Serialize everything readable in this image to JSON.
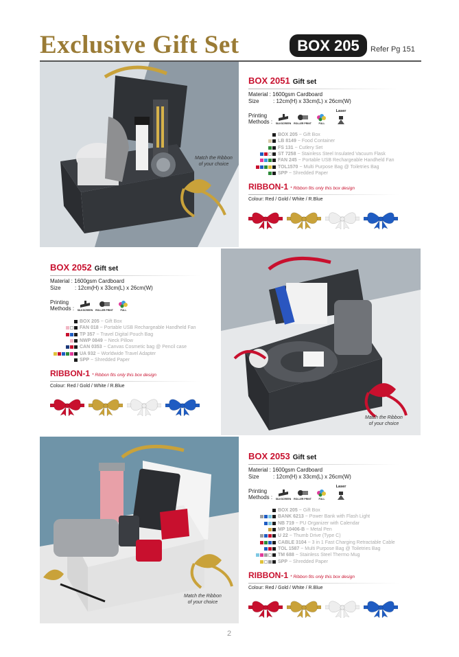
{
  "header": {
    "title": "Exclusive Gift Set",
    "badge": "BOX 205",
    "refer": "Refer Pg 151"
  },
  "common": {
    "match_line1": "Match the Ribbon",
    "match_line2": "of your choice",
    "material": "Material : 1600gsm Cardboard",
    "size_label": "Size",
    "size_value": ": 12cm(H) x 33cm(L) x 26cm(W)",
    "printing_line1": "Printing",
    "printing_line2": "Methods :",
    "method_silkscreen": "SILKSCREEN",
    "method_roller": "ROLLER PRINT",
    "method_full": "FULL",
    "method_laser": "Laser",
    "ribbon_title": "RIBBON-1",
    "ribbon_note": "* Ribbon fits only this box design",
    "colour": "Colour: Red / Gold / White / R.Blue",
    "bow_colors": [
      "#c8102e",
      "#c9a23a",
      "#eeeeee",
      "#1f5cc2"
    ]
  },
  "sets": [
    {
      "code": "BOX 2051",
      "suffix": "Gift set",
      "items": [
        {
          "code": "BOX 205",
          "desc": "~ Gift Box",
          "swatches": [
            "#1c1c1c"
          ]
        },
        {
          "code": "LB 8149",
          "desc": "~ Food Container",
          "swatches": [
            "#d7c9a8",
            "#1c1c1c"
          ]
        },
        {
          "code": "FS 131",
          "desc": "~ Cutlery Set",
          "swatches": [
            "#2e8b3a",
            "#1c1c1c"
          ]
        },
        {
          "code": "ST 7258",
          "desc": "~ Stainless Steel Insulated Vacuum Flask",
          "swatches": [
            "#1f5cc2",
            "#c8102e",
            "#ffffff",
            "#1c1c1c"
          ]
        },
        {
          "code": "FAN 245",
          "desc": "~ Portable USB Rechargeable Handheld Fan",
          "swatches": [
            "#e03a9b",
            "#3a9be0",
            "#2e8b3a",
            "#1c1c1c"
          ]
        },
        {
          "code": "TOL1570",
          "desc": "~ Multi Purpose Bag @ Toiletries Bag",
          "swatches": [
            "#c8102e",
            "#1f5cc2",
            "#2e8b3a",
            "#e0c23a",
            "#1c1c1c"
          ]
        },
        {
          "code": "SPP",
          "desc": "~ Shredded Paper",
          "swatches": [
            "#2e8b3a",
            "#1c1c1c"
          ]
        }
      ]
    },
    {
      "code": "BOX 2052",
      "suffix": "Gift set",
      "items": [
        {
          "code": "BOX 205",
          "desc": "~ Gift Box",
          "swatches": [
            "#1c1c1c"
          ]
        },
        {
          "code": "FAN 018",
          "desc": "~ Portable USB Rechargeable Handheld Fan",
          "swatches": [
            "#f2b8c6",
            "#ffffff",
            "#1c1c1c"
          ]
        },
        {
          "code": "TP 357",
          "desc": "~ Travel Digital Pouch Bag",
          "swatches": [
            "#c8102e",
            "#1f5cc2",
            "#1c1c1c"
          ]
        },
        {
          "code": "NWP 0849",
          "desc": "~ Neck Pillow",
          "swatches": [
            "#f2b8c6",
            "#1c1c1c"
          ]
        },
        {
          "code": "CAN 0353",
          "desc": "~ Canvas Cosmetic bag @ Pencil case",
          "swatches": [
            "#1c3a7a",
            "#c8102e",
            "#1c1c1c"
          ]
        },
        {
          "code": "UA 932",
          "desc": "~ Worldwide Travel Adapter",
          "swatches": [
            "#e0c23a",
            "#c8102e",
            "#1f5cc2",
            "#2e8b3a",
            "#e03a9b",
            "#1c1c1c"
          ]
        },
        {
          "code": "SPP",
          "desc": "~ Shredded Paper",
          "swatches": [
            "#1c1c1c"
          ]
        }
      ]
    },
    {
      "code": "BOX 2053",
      "suffix": "Gift set",
      "items": [
        {
          "code": "BOX 205",
          "desc": "~ Gift Box",
          "swatches": [
            "#1c1c1c"
          ]
        },
        {
          "code": "BANK 6213",
          "desc": "~ Power Bank with Flash Light",
          "swatches": [
            "#a0a0a0",
            "#1f5cc2",
            "#7ec8e3",
            "#1c1c1c"
          ]
        },
        {
          "code": "NB 719",
          "desc": "~ PU Organizer with Calendar",
          "swatches": [
            "#1f5cc2",
            "#7ec8e3",
            "#1c1c1c"
          ]
        },
        {
          "code": "MP 10406-B",
          "desc": "~ Metal Pen",
          "swatches": [
            "#c9a23a",
            "#1c1c1c"
          ]
        },
        {
          "code": "U 22",
          "desc": "~ Thumb Drive (Type C)",
          "swatches": [
            "#a0a0a0",
            "#1f5cc2",
            "#c8102e",
            "#1c1c1c"
          ]
        },
        {
          "code": "CABLE 3104",
          "desc": "~ 3 in 1 Fast Charging Retractable Cable",
          "swatches": [
            "#c8102e",
            "#2e8b3a",
            "#1f5cc2",
            "#1c1c1c"
          ]
        },
        {
          "code": "TOL 1587",
          "desc": "~ Multi Purpose Bag @ Toiletries Bag",
          "swatches": [
            "#1f5cc2",
            "#c8102e",
            "#1c1c1c"
          ]
        },
        {
          "code": "TM 688",
          "desc": "~ Stainless Steel Thermo Mug",
          "swatches": [
            "#7ec8e3",
            "#e03a9b",
            "#a0a0a0",
            "#ffffff",
            "#1c1c1c"
          ]
        },
        {
          "code": "SPP",
          "desc": "~ Shredded Paper",
          "swatches": [
            "#e0c23a",
            "#ffffff",
            "#a0a0a0",
            "#1c1c1c"
          ]
        }
      ]
    }
  ],
  "page_number": "2"
}
